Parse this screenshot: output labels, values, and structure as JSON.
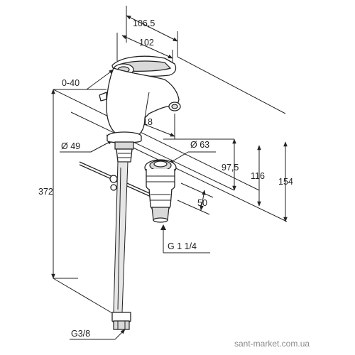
{
  "dimensions": {
    "width_top_outer": "106,5",
    "width_top_inner": "102",
    "lever_range": "0-40",
    "spout_reach": "118",
    "base_diameter": "Ø 49",
    "waste_diameter": "Ø 63",
    "spout_height": "97,5",
    "mid_height": "116",
    "total_height_top": "154",
    "overall_length": "372",
    "waste_length": "50",
    "waste_thread": "G 1 1/4",
    "hose_thread": "G3/8"
  },
  "watermark": "sant-market.com.ua"
}
